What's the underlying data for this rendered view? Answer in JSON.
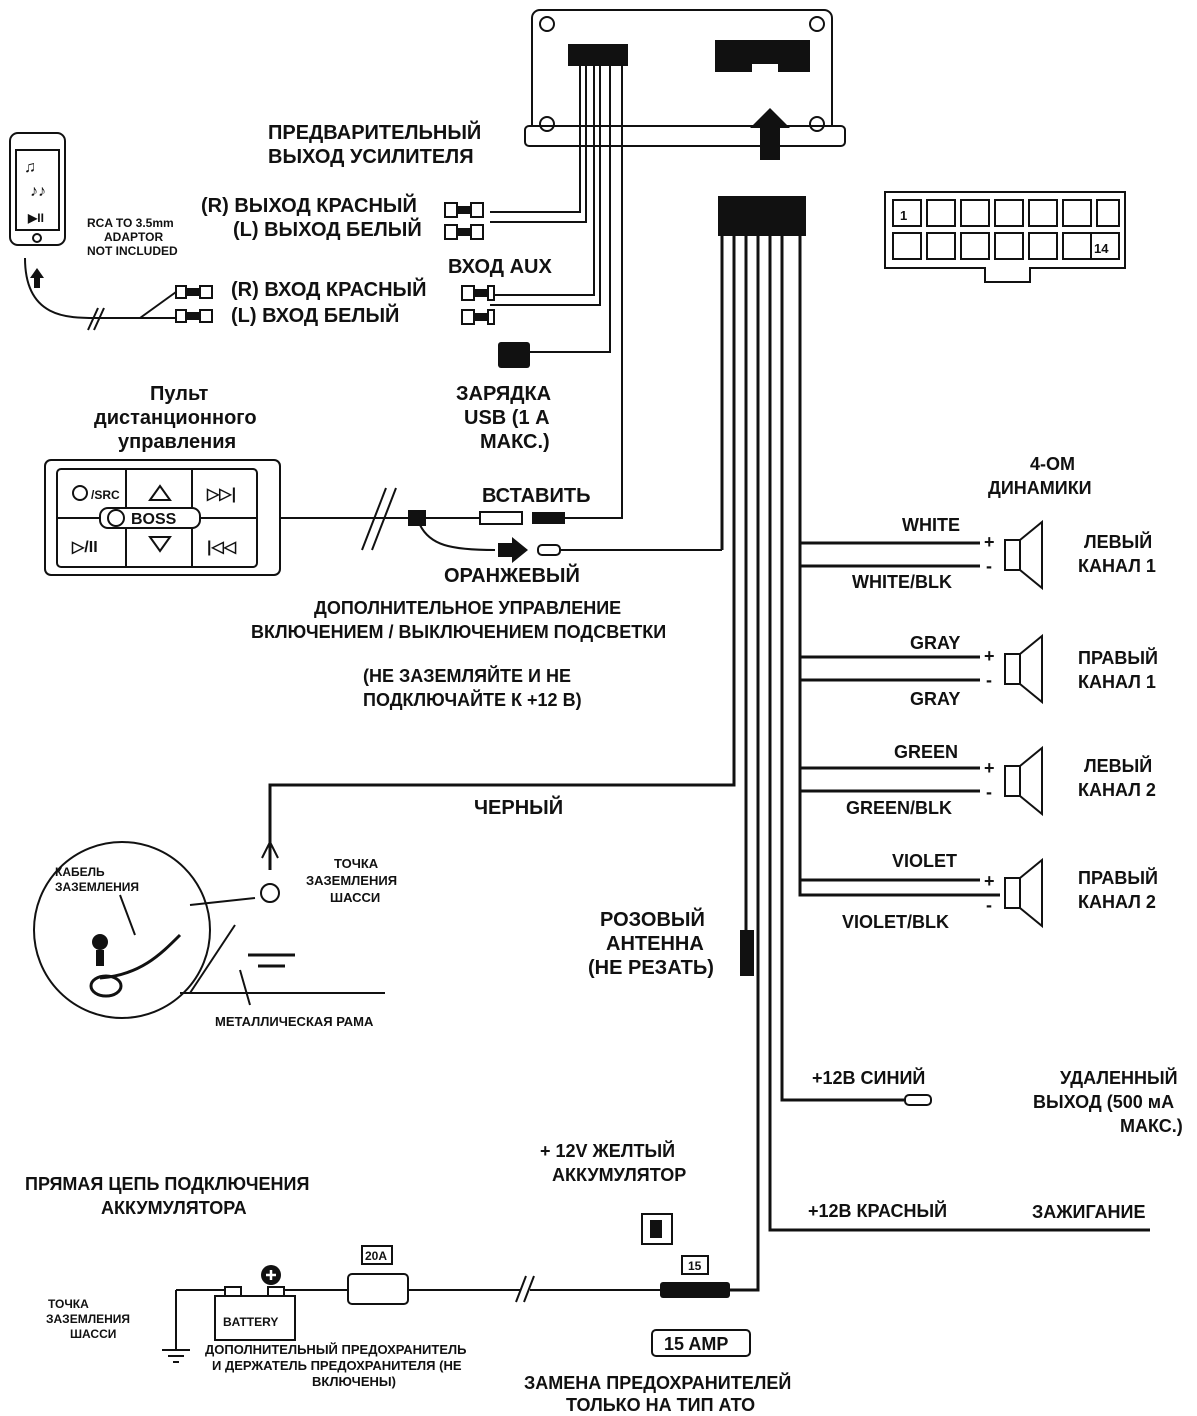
{
  "head_unit": {
    "lead_labels": [
      "1",
      "14"
    ]
  },
  "preamp": {
    "title": [
      "ПРЕДВАРИТЕЛЬНЫЙ",
      "ВЫХОД УСИЛИТЕЛЯ"
    ],
    "r_out": "(R) ВЫХОД КРАСНЫЙ",
    "l_out": "(L) ВЫХОД БЕЛЫЙ"
  },
  "aux": {
    "title": "ВХОД AUX",
    "r_in": "(R) ВХОД КРАСНЫЙ",
    "l_in": "(L) ВХОД БЕЛЫЙ"
  },
  "phone": {
    "adaptor_note": [
      "RCA TO 3.5mm",
      "ADAPTOR",
      "NOT INCLUDED"
    ]
  },
  "usb": {
    "label": [
      "ЗАРЯДКА",
      "USB (1 А",
      "МАКС.)"
    ]
  },
  "remote": {
    "title": [
      "Пульт",
      "дистанционного",
      "управления"
    ],
    "btn_src": "/SRC",
    "brand": "BOSS",
    "insert": "ВСТАВИТЬ",
    "orange": "ОРАНЖЕВЫЙ"
  },
  "illumination": {
    "text": [
      "ДОПОЛНИТЕЛЬНОЕ УПРАВЛЕНИЕ",
      "ВКЛЮЧЕНИЕМ / ВЫКЛЮЧЕНИЕМ ПОДСВЕТКИ"
    ],
    "warning": [
      "(НЕ ЗАЗЕМЛЯЙТЕ И НЕ",
      "ПОДКЛЮЧАЙТЕ К +12 В)"
    ]
  },
  "ground": {
    "black": "ЧЕРНЫЙ",
    "cable": [
      "КАБЕЛЬ",
      "ЗАЗЕМЛЕНИЯ"
    ],
    "chassis_point": [
      "ТОЧКА",
      "ЗАЗЕМЛЕНИЯ",
      "ШАССИ"
    ],
    "frame": "МЕТАЛЛИЧЕСКАЯ РАМА"
  },
  "speakers": {
    "title": [
      "4-ОМ",
      "ДИНАМИКИ"
    ],
    "channels": [
      {
        "plus": "WHITE",
        "minus": "WHITE/BLK",
        "name": [
          "ЛЕВЫЙ",
          "КАНАЛ 1"
        ]
      },
      {
        "plus": "GRAY",
        "minus": "GRAY",
        "name": [
          "ПРАВЫЙ",
          "КАНАЛ 1"
        ]
      },
      {
        "plus": "GREEN",
        "minus": "GREEN/BLK",
        "name": [
          "ЛЕВЫЙ",
          "КАНАЛ 2"
        ]
      },
      {
        "plus": "VIOLET",
        "minus": "VIOLET/BLK",
        "name": [
          "ПРАВЫЙ",
          "КАНАЛ 2"
        ]
      }
    ],
    "plus_sign": "+",
    "minus_sign": "-"
  },
  "antenna": {
    "label": [
      "РОЗОВЫЙ",
      "АНТЕННА",
      "(НЕ РЕЗАТЬ)"
    ]
  },
  "remote_out": {
    "wire": "+12В СИНИЙ",
    "label": [
      "УДАЛЕННЫЙ",
      "ВЫХОД (500 мА",
      "МАКС.)"
    ]
  },
  "power": {
    "battery_wire": [
      "+ 12V ЖЕЛТЫЙ",
      "АККУМУЛЯТОР"
    ],
    "ignition_wire": "+12В КРАСНЫЙ",
    "ignition": "ЗАЖИГАНИЕ",
    "direct_title": [
      "ПРЯМАЯ ЦЕПЬ ПОДКЛЮЧЕНИЯ",
      "АККУМУЛЯТОРА"
    ],
    "chassis_point": [
      "ТОЧКА",
      "ЗАЗЕМЛЕНИЯ",
      "ШАССИ"
    ],
    "battery": "BATTERY",
    "fuse_20": "20A",
    "fuse_15": "15",
    "aux_fuse_note": [
      "ДОПОЛНИТЕЛЬНЫЙ ПРЕДОХРАНИТЕЛЬ",
      "И ДЕРЖАТЕЛЬ ПРЕДОХРАНИТЕЛЯ (НЕ",
      "ВКЛЮЧЕНЫ)"
    ],
    "amp_badge": "15 AMP",
    "replace_note": [
      "ЗАМЕНА ПРЕДОХРАНИТЕЛЕЙ",
      "ТОЛЬКО НА ТИП АТО"
    ]
  }
}
